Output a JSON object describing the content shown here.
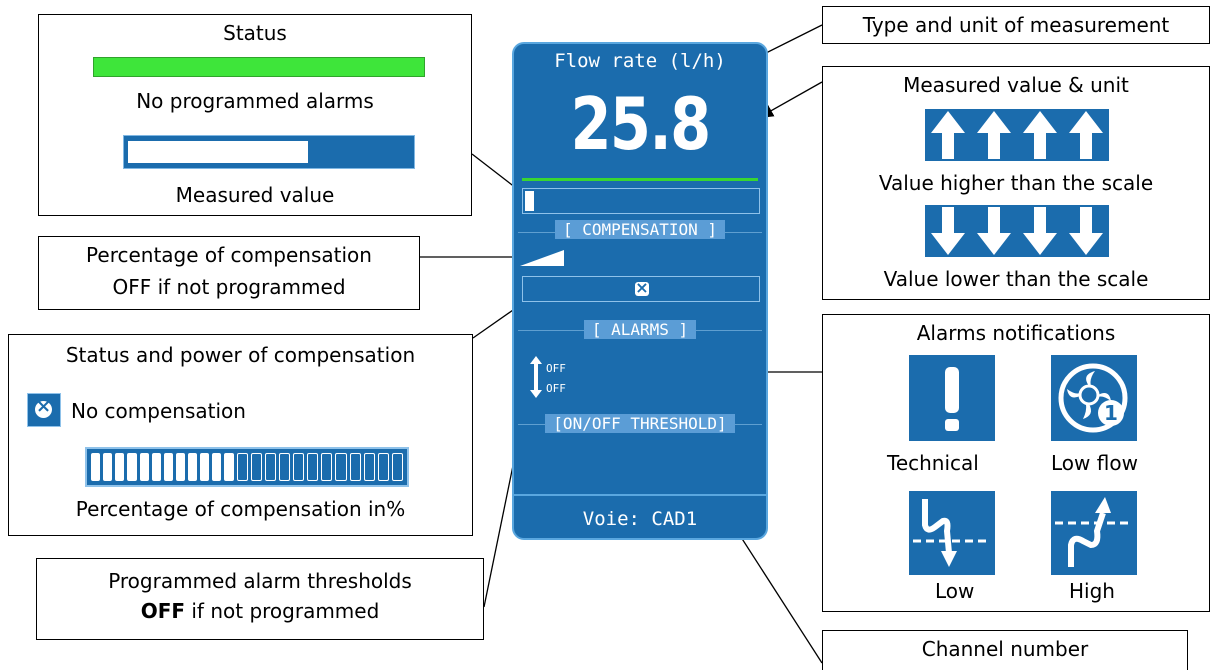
{
  "device": {
    "measure_label": "Flow rate (l/h)",
    "value": "25.8",
    "section_compensation": "[ COMPENSATION ]",
    "section_alarms": "[ ALARMS ]",
    "threshold_high": "OFF",
    "threshold_low": "OFF",
    "section_threshold": "[ON/OFF THRESHOLD]",
    "channel": "Voie: CAD1",
    "measured_bar_fraction": 0.04,
    "compensation_segments_total": 24,
    "compensation_segments_on": 12
  },
  "callouts": {
    "status": {
      "title": "Status",
      "no_alarms": "No programmed alarms",
      "measured": "Measured value",
      "status_bar_color": "#3ee53a",
      "measured_bar_fraction": 0.62
    },
    "percentage": {
      "line1": "Percentage of compensation",
      "line2": "OFF if not programmed"
    },
    "compensation": {
      "title": "Status and power of compensation",
      "no_comp": "No compensation",
      "percent": "Percentage of compensation in%"
    },
    "thresholds": {
      "line1": "Programmed alarm thresholds",
      "line2_bold": "OFF",
      "line2_rest": " if not programmed"
    },
    "type_unit": {
      "text": "Type and unit of measurement"
    },
    "measured_unit": {
      "title": "Measured value & unit",
      "higher": "Value higher than the scale",
      "lower": "Value lower than the scale"
    },
    "alarms": {
      "title": "Alarms notifications",
      "technical": "Technical",
      "low_flow": "Low flow",
      "low": "Low",
      "high": "High"
    },
    "channel": {
      "text": "Channel number"
    }
  },
  "colors": {
    "panel_blue": "#1b6cad",
    "panel_border": "#5aa7df",
    "green": "#39d631"
  }
}
